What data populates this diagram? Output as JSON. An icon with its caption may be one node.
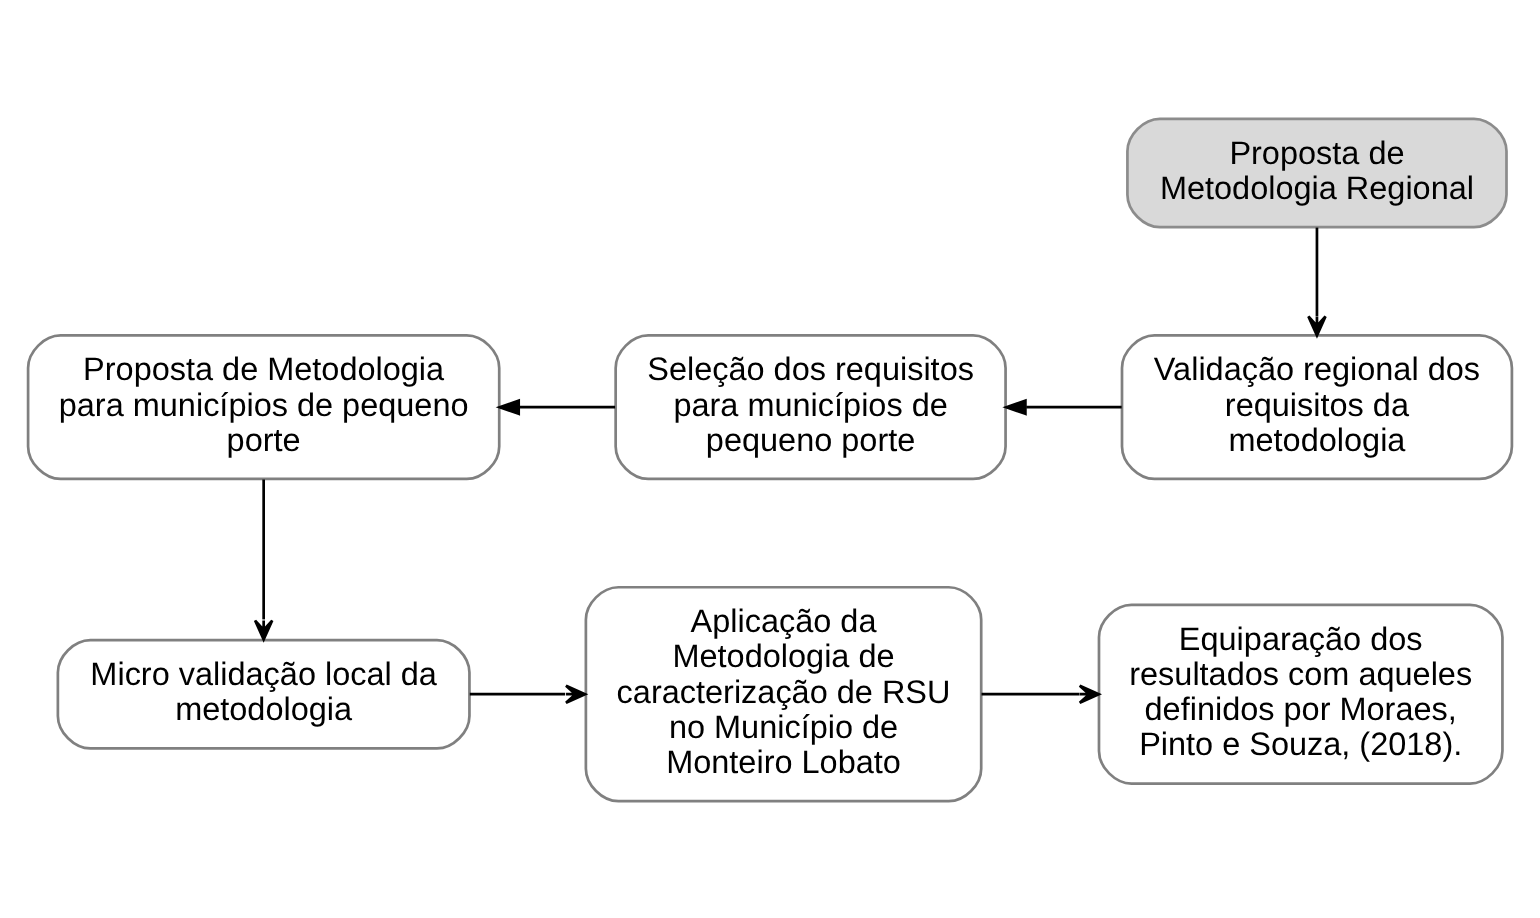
{
  "diagram": {
    "nodes": [
      {
        "text": [
          "Proposta de Metodologia Regional"
        ]
      },
      {
        "text": [
          "Validação regional dos requisitos da metodologia"
        ]
      },
      {
        "text": [
          "Seleção dos requisitos para municípios de pequeno porte"
        ]
      },
      {
        "text": [
          "Proposta de Metodologia para municípios de pequeno porte"
        ]
      },
      {
        "text": [
          "Micro validação local da metodologia"
        ]
      },
      {
        "text": [
          "Aplicação da Metodologia de caracterização de RSU no Município de Monteiro Lobato"
        ]
      },
      {
        "text": [
          "Equiparação dos resultados com aqueles definidos por Moraes, Pinto e Souza, (2018)."
        ]
      }
    ],
    "edges": [
      {
        "from": 0,
        "to": 1,
        "arrow": "to"
      },
      {
        "from": 1,
        "to": 2,
        "arrow": "to"
      },
      {
        "from": 2,
        "to": 3,
        "arrow": "to"
      },
      {
        "from": 3,
        "to": 4,
        "arrow": "to"
      },
      {
        "from": 4,
        "to": 5,
        "arrow": "to"
      },
      {
        "from": 5,
        "to": 6,
        "arrow": "to"
      }
    ]
  }
}
